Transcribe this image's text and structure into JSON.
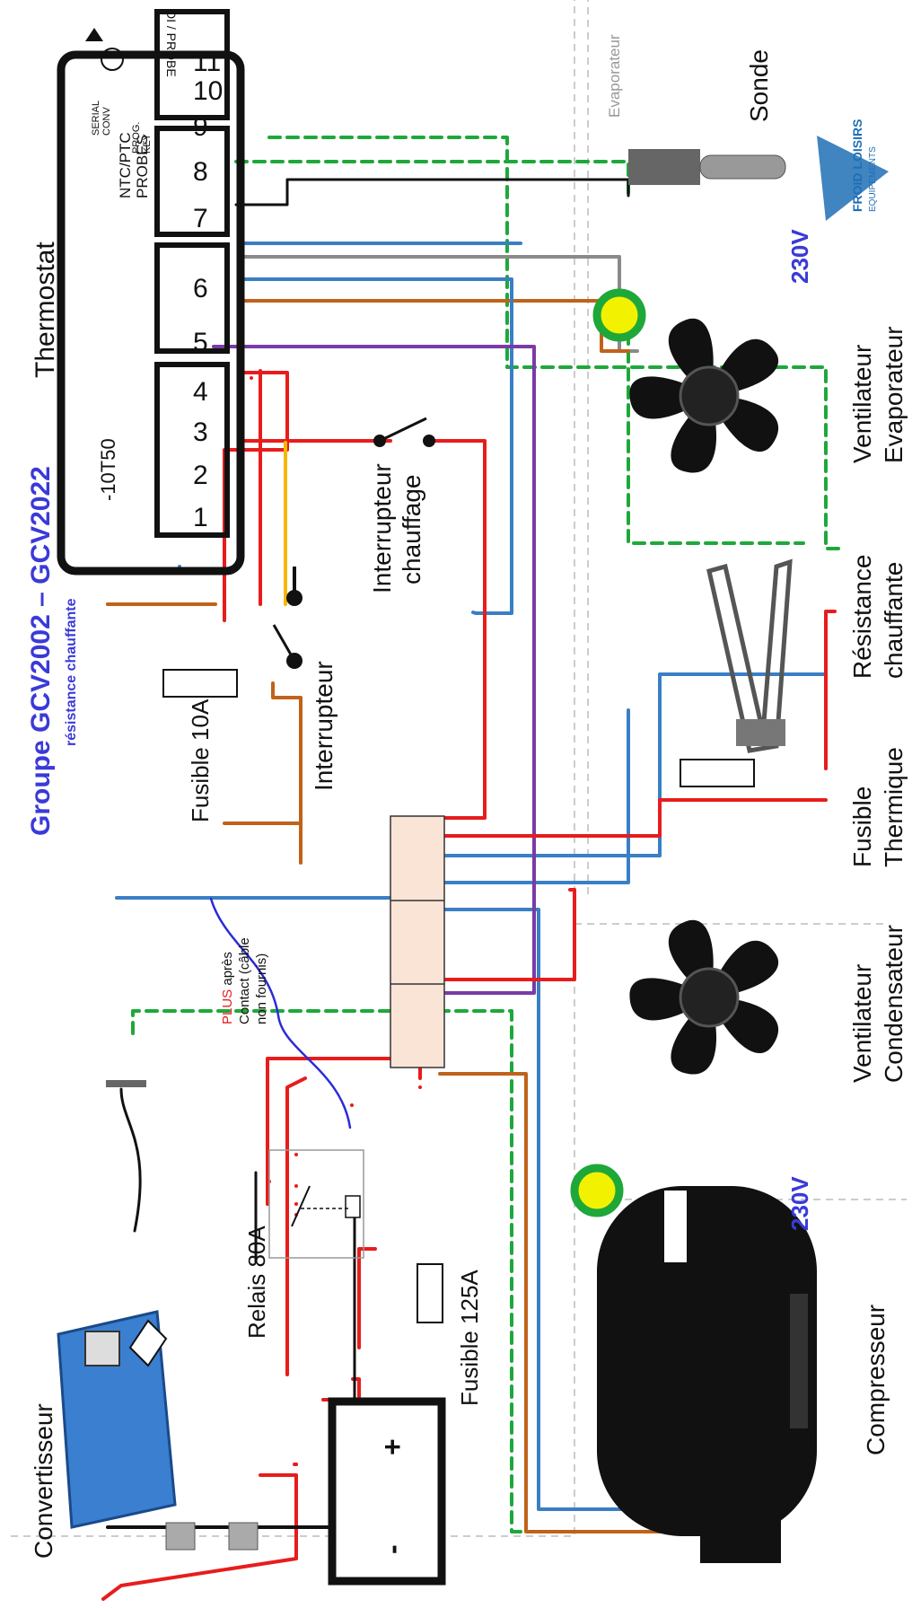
{
  "title": "Groupe GCV2002 – GCV2022",
  "subtitle": "résistance chauffante",
  "brand": {
    "line1": "FROID LOISIRS",
    "line2": "EQUIPEMENTS",
    "color": "#1e6fb5"
  },
  "thermostat": {
    "label": "Thermostat",
    "model": "-10T50",
    "terminals": [
      "1",
      "2",
      "3",
      "4",
      "5",
      "6",
      "7",
      "8",
      "9",
      "10",
      "11"
    ],
    "ntc_label_1": "NTC/PTC",
    "ntc_label_2": "PROBES",
    "di_probe": "DI / PROBE",
    "serial_1": "SERIAL",
    "serial_2": "CONV",
    "prog_1": "PROG.",
    "prog_2": "KEY"
  },
  "labels": {
    "evaporateur_zone": "Evaporateur",
    "sonde": "Sonde",
    "voltage_top": "230V",
    "voltage_bottom": "230V",
    "vent_evap_1": "Ventilateur",
    "vent_evap_2": "Evaporateur",
    "resistance_1": "Résistance",
    "resistance_2": "chauffante",
    "fusible_th_1": "Fusible",
    "fusible_th_2": "Thermique",
    "vent_cond_1": "Ventilateur",
    "vent_cond_2": "Condensateur",
    "compresseur": "Compresseur",
    "interrupteur_ch_1": "Interrupteur",
    "interrupteur_ch_2": "chauffage",
    "interrupteur": "Interrupteur",
    "fusible_10a": "Fusible 10A",
    "plus_word": "PLUS",
    "plus_rest": " après",
    "contact_1": "Contact (câble",
    "contact_2": "non fournis)",
    "relais": "Relais 80A",
    "fusible_125a": "Fusible 125A",
    "convertisseur": "Convertisseur",
    "battery_plus": "+",
    "battery_minus": "-"
  },
  "colors": {
    "red": "#e81c1c",
    "blue": "#3a7fc4",
    "brown": "#c0621a",
    "purple": "#7a3aa8",
    "grey": "#8a8a8a",
    "green": "#1fa83a",
    "yellow": "#f2f200",
    "orange": "#f5b800",
    "black": "#111111",
    "terminal_block": "#f9e4d6",
    "title_blue": "#3a3ad8"
  }
}
